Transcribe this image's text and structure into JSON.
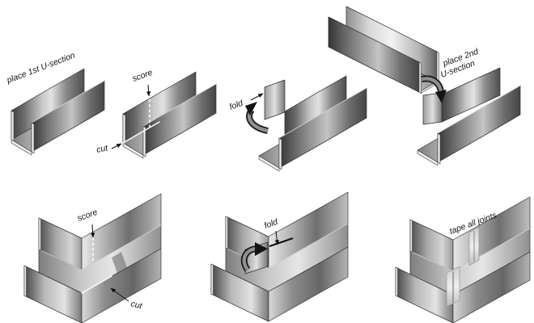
{
  "figure": {
    "background": "#ffffff",
    "ink_color": "#141414",
    "steps": [
      {
        "name": "place-1st-u-section",
        "label": "place 1st U-section"
      },
      {
        "name": "score-cut-channel",
        "score_label": "score",
        "cut_label": "cut"
      },
      {
        "name": "fold-channel",
        "fold_label": "fold"
      },
      {
        "name": "place-2nd-u-section",
        "label_line1": "place 2nd",
        "label_line2": "U-section"
      },
      {
        "name": "score-cut-corner",
        "score_label": "score",
        "cut_label": "cut"
      },
      {
        "name": "fold-corner",
        "fold_label": "fold"
      },
      {
        "name": "tape-all-joints",
        "label": "tape all joints"
      }
    ]
  }
}
